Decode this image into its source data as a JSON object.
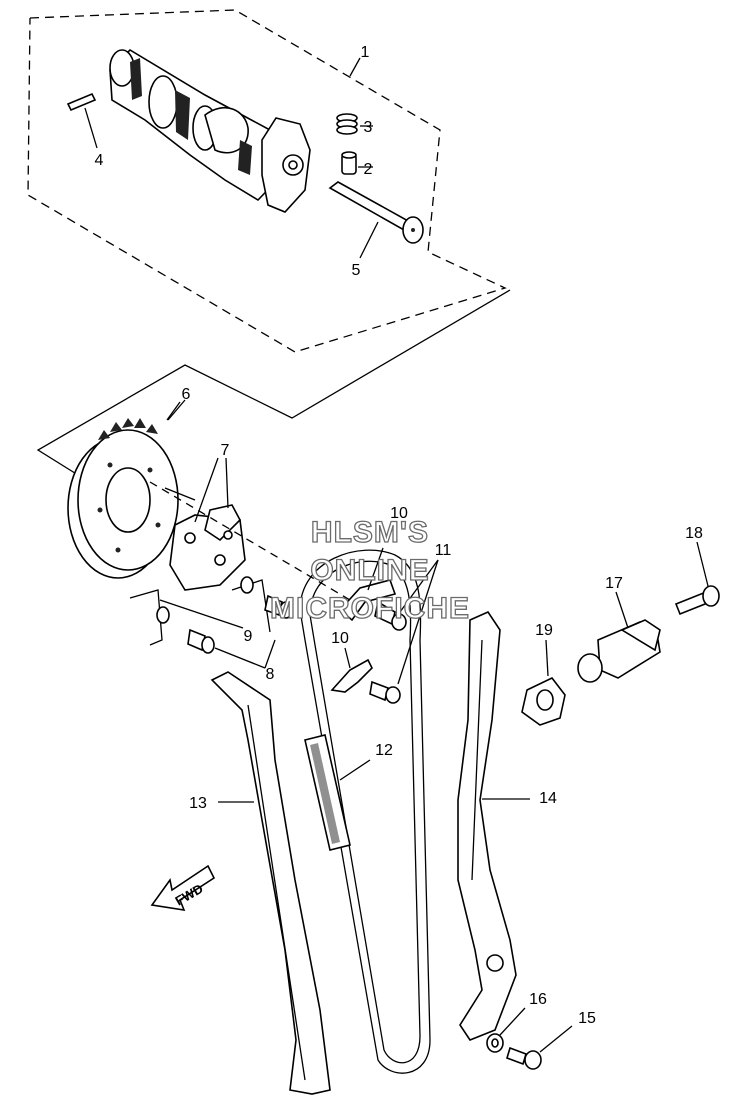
{
  "watermark": {
    "line1": "HLSM'S",
    "line2": "ONLINE",
    "line3": "MICROFICHE"
  },
  "direction_badge": "FWD",
  "callouts": {
    "c1": "1",
    "c2": "2",
    "c3": "3",
    "c4": "4",
    "c5": "5",
    "c6": "6",
    "c7": "7",
    "c8": "8",
    "c9": "9",
    "c10a": "10",
    "c10b": "10",
    "c11": "11",
    "c12": "12",
    "c13": "13",
    "c14": "14",
    "c15": "15",
    "c16": "16",
    "c17": "17",
    "c18": "18",
    "c19": "19"
  }
}
